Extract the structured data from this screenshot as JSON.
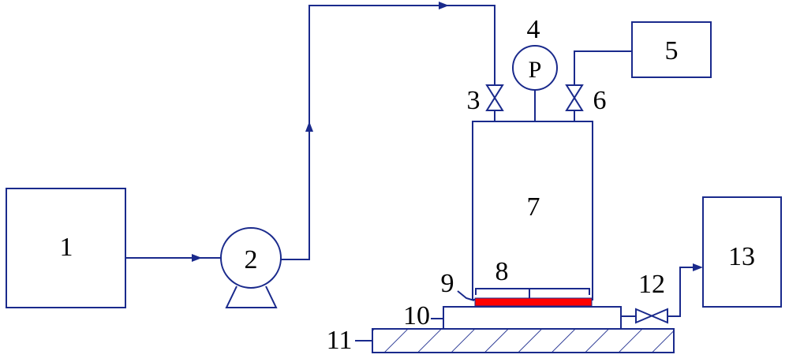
{
  "colors": {
    "line": "#1a2a8c",
    "membrane": "#ff0000",
    "text": "#000000",
    "background": "#ffffff"
  },
  "labels": {
    "l1": "1",
    "l2": "2",
    "l3": "3",
    "l4": "4",
    "l5": "5",
    "l6": "6",
    "l7": "7",
    "l8": "8",
    "l9": "9",
    "l10": "10",
    "l11": "11",
    "l12": "12",
    "l13": "13",
    "gauge": "P"
  }
}
